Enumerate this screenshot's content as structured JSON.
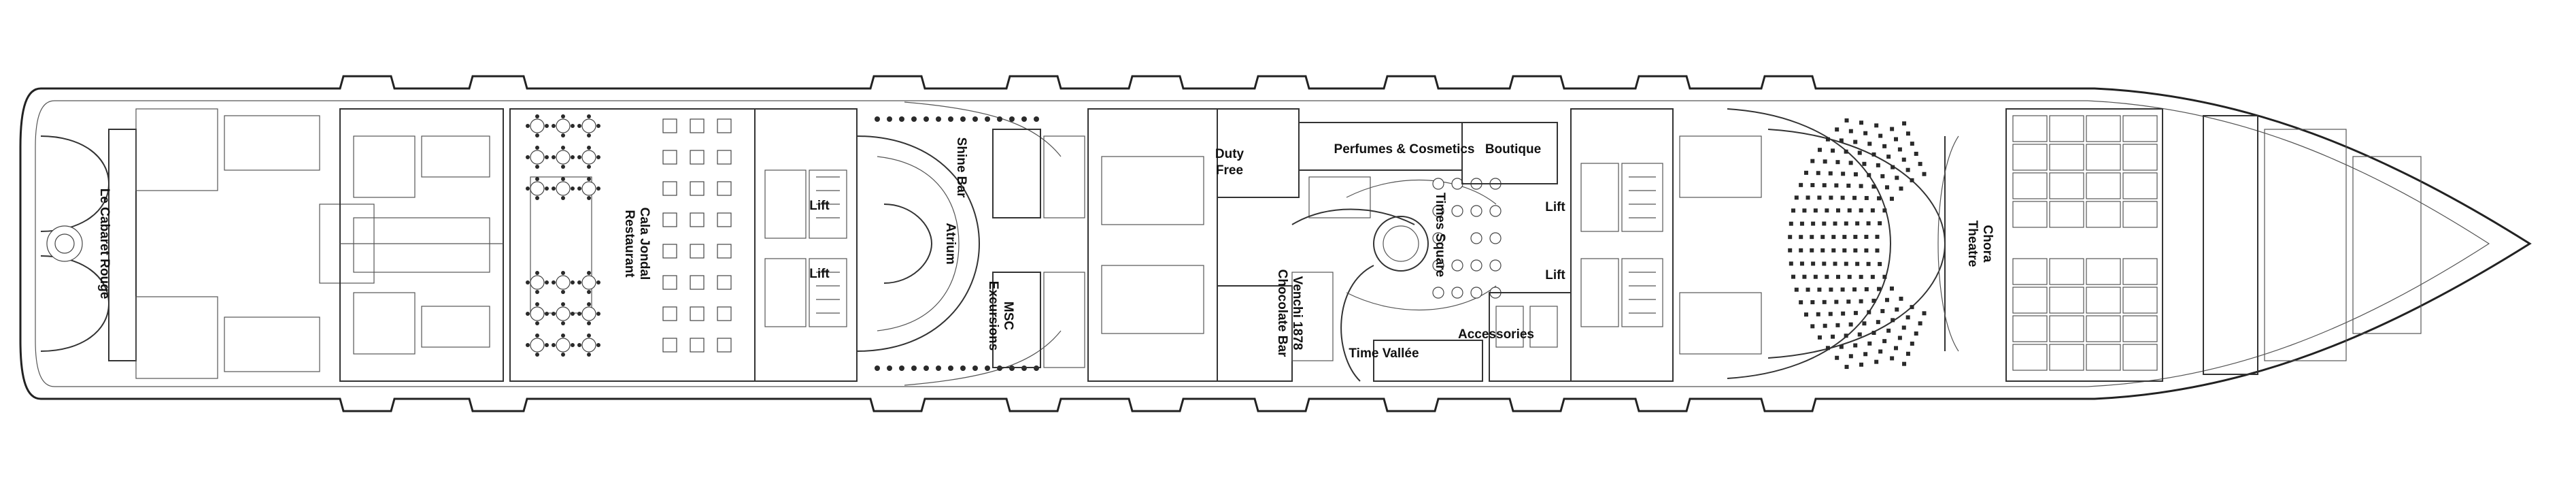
{
  "labels": {
    "le_cabaret_rouge": "Le Cabaret Rouge",
    "cala_jondal_1": "Cala Jondal",
    "cala_jondal_2": "Restaurant",
    "lift_fwd_top": "Lift",
    "lift_fwd_bottom": "Lift",
    "atrium": "Atrium",
    "shine_bar": "Shine Bar",
    "msc_excursions_1": "MSC",
    "msc_excursions_2": "Excursions",
    "duty_free_1": "Duty",
    "duty_free_2": "Free",
    "perfumes_cosmetics": "Perfumes & Cosmetics",
    "venchi_1": "Venchi 1878",
    "venchi_2": "Chocolate Bar",
    "boutique": "Boutique",
    "times_square": "Times Square",
    "lift_aft_top": "Lift",
    "lift_aft_bottom": "Lift",
    "accessories": "Accessories",
    "time_vallee": "Time Vallée",
    "chora_theatre_1": "Chora",
    "chora_theatre_2": "Theatre"
  },
  "colors": {
    "line": "#333333",
    "seat": "#2a2a2a",
    "background": "#ffffff"
  }
}
